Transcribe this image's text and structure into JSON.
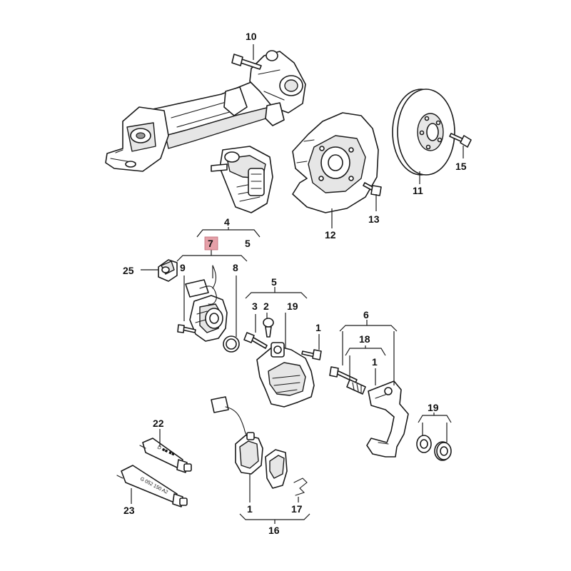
{
  "diagram": {
    "callouts": [
      {
        "id": "c10",
        "label": "10"
      },
      {
        "id": "c15",
        "label": "15"
      },
      {
        "id": "c11",
        "label": "11"
      },
      {
        "id": "c13",
        "label": "13"
      },
      {
        "id": "c12",
        "label": "12"
      },
      {
        "id": "c4",
        "label": "4"
      },
      {
        "id": "c5a",
        "label": "5"
      },
      {
        "id": "c7",
        "label": "7",
        "highlight": true
      },
      {
        "id": "c25",
        "label": "25"
      },
      {
        "id": "c9",
        "label": "9"
      },
      {
        "id": "c8",
        "label": "8"
      },
      {
        "id": "c5b",
        "label": "5"
      },
      {
        "id": "c3",
        "label": "3"
      },
      {
        "id": "c2",
        "label": "2"
      },
      {
        "id": "c19a",
        "label": "19"
      },
      {
        "id": "c1a",
        "label": "1"
      },
      {
        "id": "c6",
        "label": "6"
      },
      {
        "id": "c18",
        "label": "18"
      },
      {
        "id": "c1b",
        "label": "1"
      },
      {
        "id": "c19b",
        "label": "19"
      },
      {
        "id": "c22",
        "label": "22"
      },
      {
        "id": "c23",
        "label": "23"
      },
      {
        "id": "c1c",
        "label": "1"
      },
      {
        "id": "c17",
        "label": "17"
      },
      {
        "id": "c16",
        "label": "16"
      }
    ],
    "tube_labels": {
      "tube_22": "D ■■ ■■",
      "tube_23": "G 052 150 A2"
    },
    "colors": {
      "line": "#1a1a1a",
      "highlight": "#e5a0a8"
    }
  }
}
